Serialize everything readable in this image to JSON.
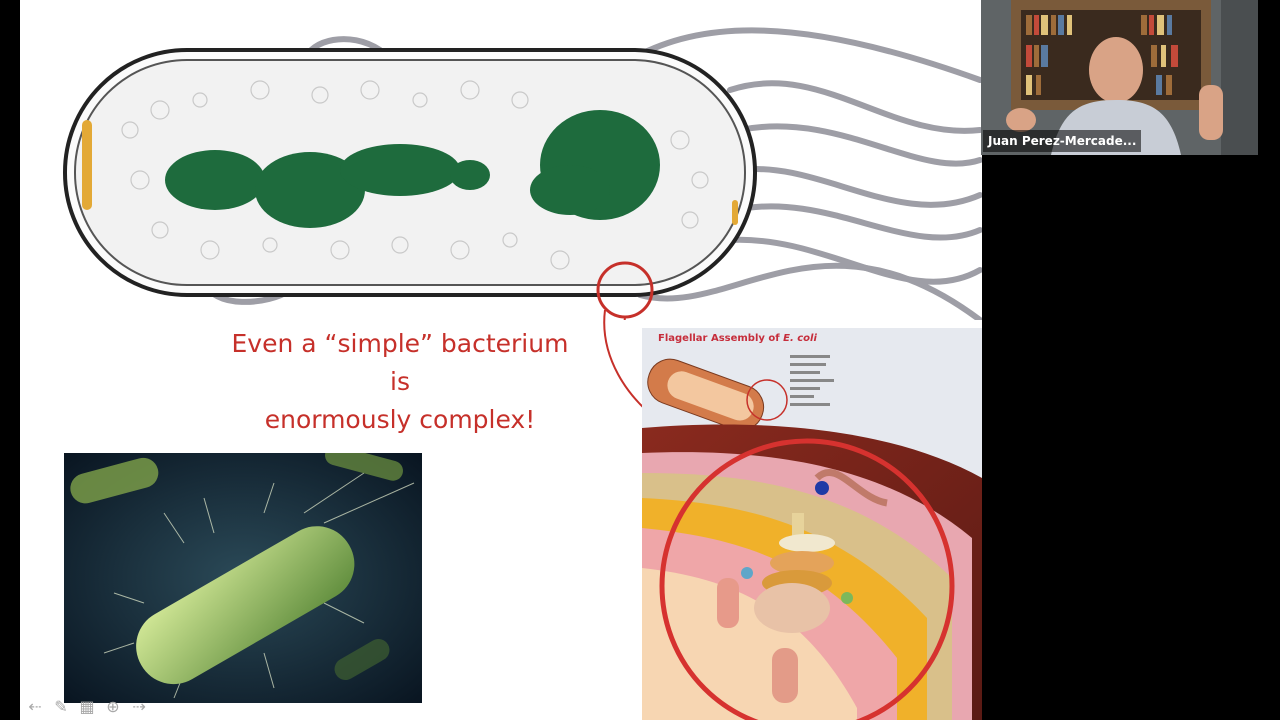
{
  "slide": {
    "headline_line1": "Even a “simple” bacterium",
    "headline_line2": "is",
    "headline_line3": "enormously complex!"
  },
  "diagram": {
    "title": "Flagellar Assembly of",
    "title_italic": "E. coli"
  },
  "video": {
    "participant_name": "Juan Perez-Mercade..."
  },
  "nav_controls": {
    "prev": "previous-arrow-icon",
    "pen": "pen-icon",
    "slides": "slides-grid-icon",
    "zoom": "zoom-icon",
    "next": "next-arrow-icon"
  },
  "colors": {
    "accent_red": "#c6302a",
    "dna_green": "#1e6b3d"
  }
}
